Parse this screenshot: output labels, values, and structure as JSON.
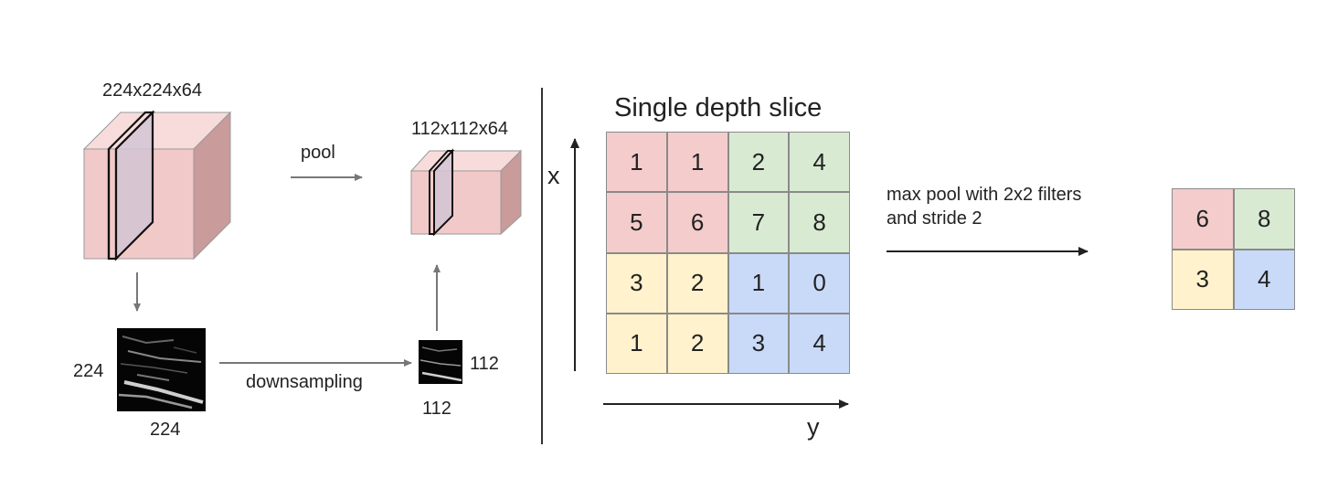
{
  "left": {
    "big_volume_label": "224x224x64",
    "small_volume_label": "112x112x64",
    "pool_label": "pool",
    "downsampling_label": "downsampling",
    "big_image_height_label": "224",
    "big_image_width_label": "224",
    "small_image_height_label": "112",
    "small_image_width_label": "112"
  },
  "right": {
    "slice_title": "Single depth slice",
    "x_axis_label": "x",
    "y_axis_label": "y",
    "input_grid": [
      [
        1,
        1,
        2,
        4
      ],
      [
        5,
        6,
        7,
        8
      ],
      [
        3,
        2,
        1,
        0
      ],
      [
        1,
        2,
        3,
        4
      ]
    ],
    "operation_line1": "max pool with 2x2 filters",
    "operation_line2": "and stride 2",
    "output_grid": [
      [
        6,
        8
      ],
      [
        3,
        4
      ]
    ]
  },
  "colors": {
    "volume_front": "#f2c9c9",
    "volume_top": "#f8dcdc",
    "volume_side": "#c99b9b",
    "slice_fill": "#d3c4d3",
    "quadrant_red": "#f4cccc",
    "quadrant_green": "#d9ead3",
    "quadrant_yellow": "#fff2cc",
    "quadrant_blue": "#c9daf8",
    "arrow_gray": "#777777"
  }
}
